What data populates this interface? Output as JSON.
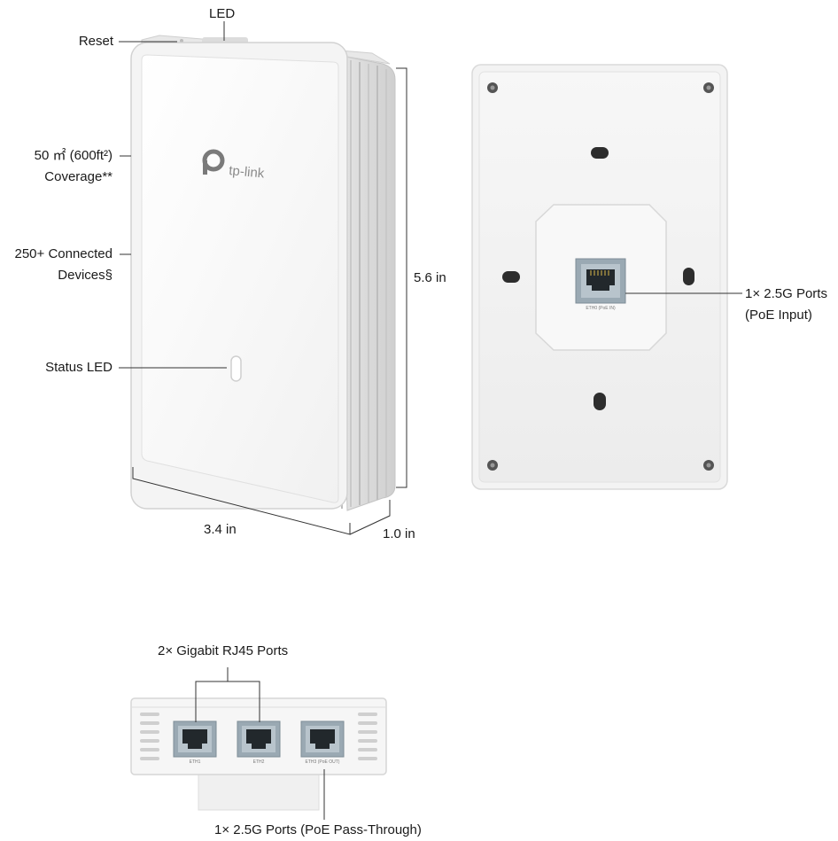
{
  "front_labels": {
    "led": "LED",
    "reset": "Reset",
    "coverage_1": "50 ㎡ (600ft²)",
    "coverage_2": "Coverage**",
    "devices_1": "250+ Connected",
    "devices_2": "Devices§",
    "status_led": "Status LED"
  },
  "dimensions": {
    "height": "5.6 in",
    "width": "3.4 in",
    "depth": "1.0 in"
  },
  "brand": {
    "logo_text": "tp-link"
  },
  "back_labels": {
    "port_1": "1× 2.5G Ports",
    "port_2": "(PoE Input)",
    "port_tag": "ETH0 (PoE IN)"
  },
  "bottom_labels": {
    "gigabit_ports": "2× Gigabit RJ45 Ports",
    "passthrough": "1× 2.5G Ports (PoE Pass-Through)",
    "eth1": "ETH1",
    "eth2": "ETH2",
    "eth3": "ETH3 (PoE OUT)"
  }
}
